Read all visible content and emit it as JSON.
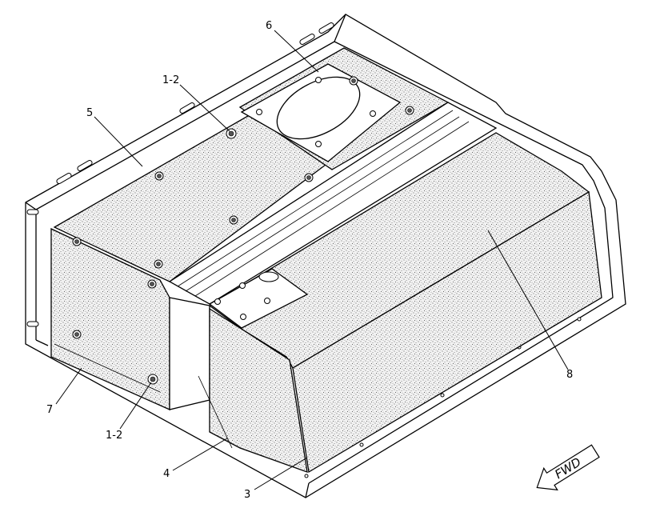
{
  "figure": {
    "callouts": [
      {
        "id": "c6",
        "label": "6"
      },
      {
        "id": "c12top",
        "label": "1-2"
      },
      {
        "id": "c5",
        "label": "5"
      },
      {
        "id": "c8",
        "label": "8"
      },
      {
        "id": "c7",
        "label": "7"
      },
      {
        "id": "c12bot",
        "label": "1-2"
      },
      {
        "id": "c4",
        "label": "4"
      },
      {
        "id": "c3",
        "label": "3"
      }
    ],
    "direction_label": "FWD"
  }
}
